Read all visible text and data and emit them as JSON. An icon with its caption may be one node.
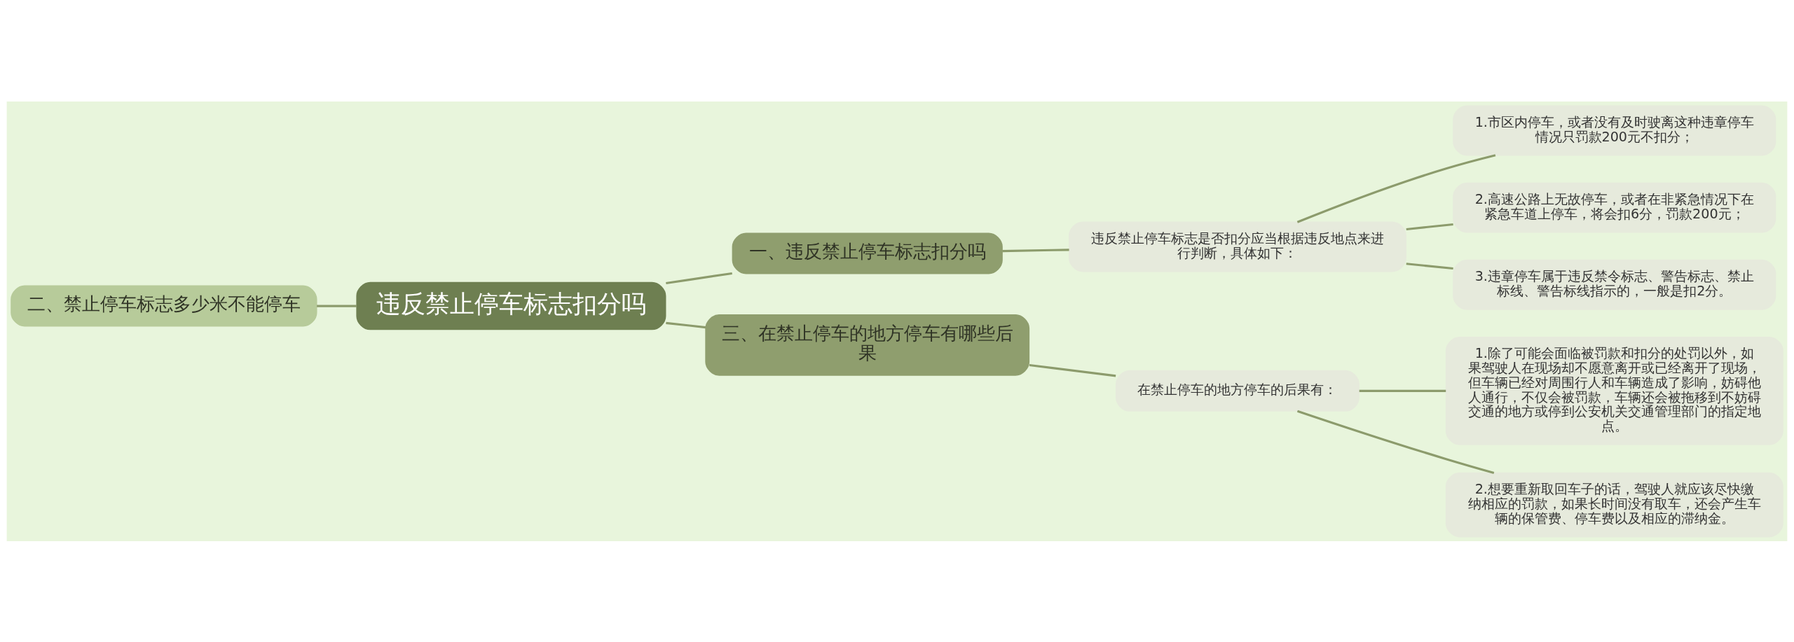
{
  "diagram": {
    "nodes": [
      {
        "text": [
          "违反禁止停车标志扣分吗"
        ]
      },
      {
        "text": [
          "一、违反禁止停车标志扣分吗"
        ]
      },
      {
        "text": [
          "违反禁止停车标志是否扣分应当根据违反地点来进行判断，具体如下："
        ]
      },
      {
        "text": [
          "1.市区内停车，或者没有及时驶离这种违章停车情况只罚款200元不扣分；"
        ]
      },
      {
        "text": [
          "2.高速公路上无故停车，或者在非紧急情况下在紧急车道上停车，将会扣6分，罚款200元；"
        ]
      },
      {
        "text": [
          "3.违章停车属于违反禁令标志、警告标志、禁止标线、警告标线指示的，一般是扣2分。"
        ]
      },
      {
        "text": [
          "二、禁止停车标志多少米不能停车"
        ]
      },
      {
        "text": [
          "三、在禁止停车的地方停车有哪些后果"
        ]
      },
      {
        "text": [
          "在禁止停车的地方停车的后果有："
        ]
      },
      {
        "text": [
          "1.除了可能会面临被罚款和扣分的处罚以外，如果驾驶人在现场却不愿意离开或已经离开了现场，但车辆已经对周围行人和车辆造成了影响，妨碍他人通行，不仅会被罚款，车辆还会被拖移到不妨碍交通的地方或停到公安机关交通管理部门的指定地点。"
        ]
      },
      {
        "text": [
          "2.想要重新取回车子的话，驾驶人就应该尽快缴纳相应的罚款，如果长时间没有取车，还会产生车辆的保管费、停车费以及相应的滞纳金。"
        ]
      }
    ],
    "edges": [
      {
        "from": 0,
        "to": 1,
        "arrow": "none"
      },
      {
        "from": 1,
        "to": 2,
        "arrow": "none"
      },
      {
        "from": 2,
        "to": 3,
        "arrow": "none"
      },
      {
        "from": 2,
        "to": 4,
        "arrow": "none"
      },
      {
        "from": 2,
        "to": 5,
        "arrow": "none"
      },
      {
        "from": 0,
        "to": 6,
        "arrow": "none"
      },
      {
        "from": 0,
        "to": 7,
        "arrow": "none"
      },
      {
        "from": 7,
        "to": 8,
        "arrow": "none"
      },
      {
        "from": 8,
        "to": 9,
        "arrow": "none"
      },
      {
        "from": 8,
        "to": 10,
        "arrow": "none"
      }
    ]
  }
}
